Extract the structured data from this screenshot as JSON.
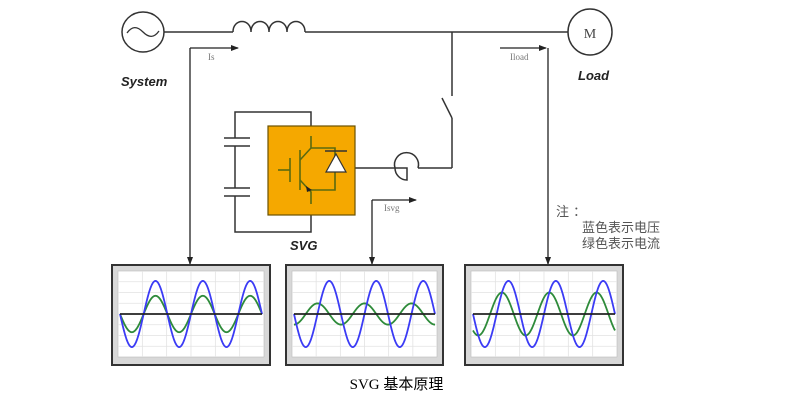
{
  "labels": {
    "system": "System",
    "load": "Load",
    "svg": "SVG",
    "motor": "M",
    "is": "Is",
    "iload": "Iload",
    "isvg": "Isvg"
  },
  "note": {
    "title": "注 ：",
    "lines": [
      "蓝色表示电压",
      "绿色表示电流"
    ]
  },
  "caption": "SVG 基本原理",
  "colors": {
    "voltage": "#3b3bf5",
    "current": "#2e8b3a",
    "svg_box": "#f5a800",
    "svg_box_border": "#8a6a00",
    "igbt": "#5a6a10"
  },
  "chart_data": [
    {
      "type": "line",
      "title": "System (Is)",
      "cycles": 3,
      "series": [
        {
          "name": "voltage",
          "amplitude": 1.0,
          "phase_deg": 180
        },
        {
          "name": "current",
          "amplitude": 0.55,
          "phase_deg": 180
        }
      ],
      "ylim": [
        -1.3,
        1.3
      ],
      "grid": true
    },
    {
      "type": "line",
      "title": "SVG (Isvg)",
      "cycles": 3,
      "series": [
        {
          "name": "voltage",
          "amplitude": 1.0,
          "phase_deg": 180
        },
        {
          "name": "current",
          "amplitude": 0.32,
          "phase_deg": 270
        }
      ],
      "ylim": [
        -1.3,
        1.3
      ],
      "grid": true
    },
    {
      "type": "line",
      "title": "Load (Iload)",
      "cycles": 3,
      "series": [
        {
          "name": "voltage",
          "amplitude": 1.0,
          "phase_deg": 180
        },
        {
          "name": "current",
          "amplitude": 0.65,
          "phase_deg": 230
        }
      ],
      "ylim": [
        -1.3,
        1.3
      ],
      "grid": true
    }
  ]
}
